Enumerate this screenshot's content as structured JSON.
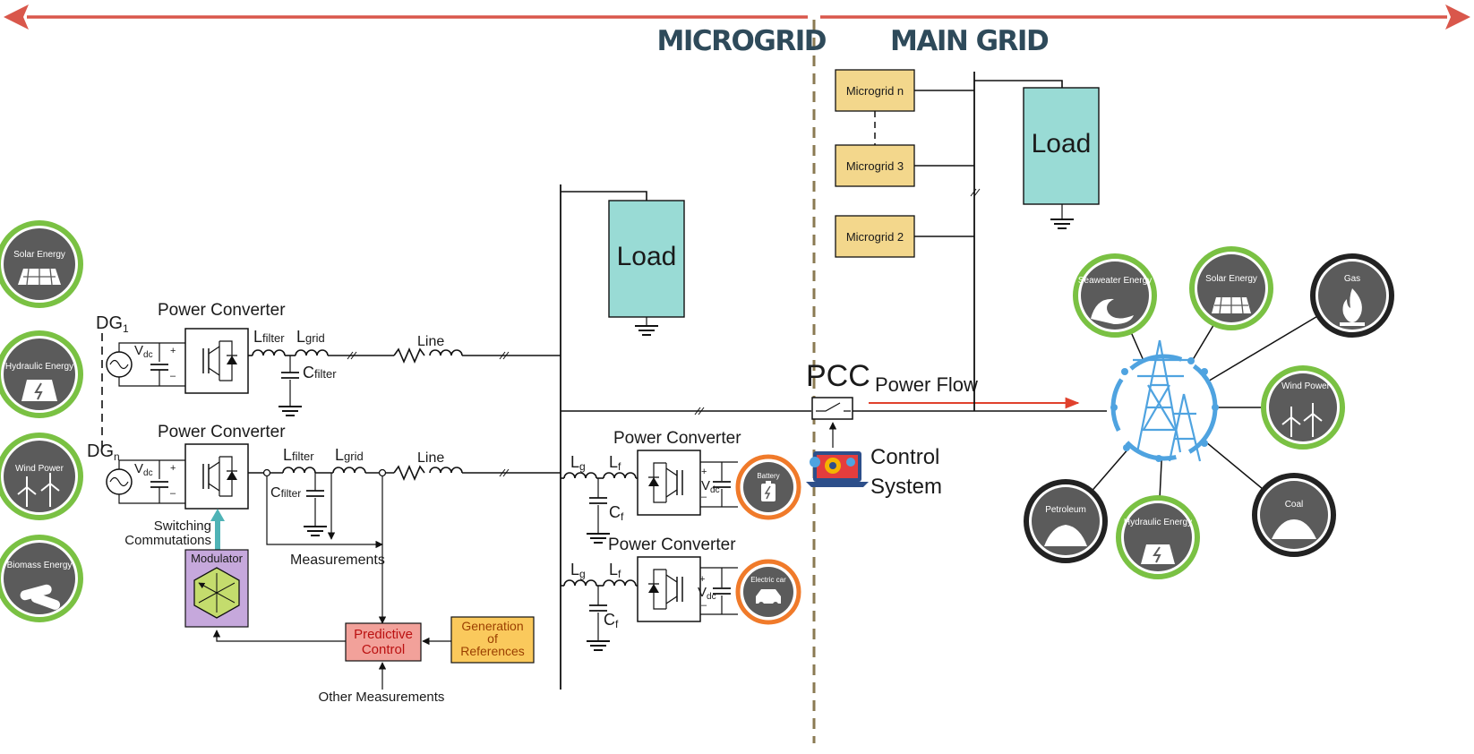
{
  "headers": {
    "microgrid": "MICROGRID",
    "main_grid": "MAIN GRID"
  },
  "colors": {
    "top_arrow": "#d9574b",
    "load_fill": "#99dbd5",
    "microgrid_box_fill": "#f3d78c",
    "predictive_fill": "#f2a19a",
    "references_fill": "#fac95c",
    "modulator_fill": "#c6a8dc",
    "modulator_hexagon": "#c4dc6d",
    "renewable_ring": "#7ac143",
    "storage_ring": "#f07a2a",
    "fossil_ring": "#222222",
    "source_icon_fill": "#5b5b5b",
    "tower_blue": "#4fa3e0",
    "power_flow_arrow": "#e0412d",
    "feedback_arrow": "#4fb3b6"
  },
  "left_sources": [
    {
      "label": "Solar Energy",
      "icon": "solar-panel-icon"
    },
    {
      "label": "Hydraulic Energy",
      "icon": "dam-icon"
    },
    {
      "label": "Wind Power",
      "icon": "wind-turbine-icon"
    },
    {
      "label": "Biomass Energy",
      "icon": "biomass-pellets-icon"
    }
  ],
  "dg1": {
    "name": "DG",
    "subscript": "1",
    "converter_title": "Power Converter",
    "vdc": "V",
    "vdc_sub": "dc",
    "lfilter": "L",
    "lfilter_sub": "filter",
    "lgrid": "L",
    "lgrid_sub": "grid",
    "cfilter": "C",
    "cfilter_sub": "filter",
    "line": "Line"
  },
  "dgn": {
    "name": "DG",
    "subscript": "n",
    "converter_title": "Power Converter",
    "vdc": "V",
    "vdc_sub": "dc",
    "lfilter": "L",
    "lfilter_sub": "filter",
    "lgrid": "L",
    "lgrid_sub": "grid",
    "cfilter": "C",
    "cfilter_sub": "filter",
    "line": "Line"
  },
  "control": {
    "switching_line1": "Switching",
    "switching_line2": "Commutations",
    "modulator": "Modulator",
    "measurements": "Measurements",
    "predictive_line1": "Predictive",
    "predictive_line2": "Control",
    "references_line1": "Generation",
    "references_line2": "of",
    "references_line3": "References",
    "other_measurements": "Other Measurements"
  },
  "microgrid_load": "Load",
  "storage": [
    {
      "converter_title": "Power Converter",
      "lg": "L",
      "lg_sub": "g",
      "lf": "L",
      "lf_sub": "f",
      "cf": "C",
      "cf_sub": "f",
      "vdc": "V",
      "vdc_sub": "dc",
      "device": "Battery",
      "icon": "battery-icon"
    },
    {
      "converter_title": "Power Converter",
      "lg": "L",
      "lg_sub": "g",
      "lf": "L",
      "lf_sub": "f",
      "cf": "C",
      "cf_sub": "f",
      "vdc": "V",
      "vdc_sub": "dc",
      "device": "Electric car",
      "icon": "electric-car-icon"
    }
  ],
  "pcc": "PCC",
  "power_flow": "Power Flow",
  "control_system_line1": "Control",
  "control_system_line2": "System",
  "main_grid_load": "Load",
  "microgrids": [
    "Microgrid n",
    "Microgrid 3",
    "Microgrid 2"
  ],
  "grid_sources": [
    {
      "label": "Seaweater Energy",
      "icon": "wave-icon",
      "kind": "renewable"
    },
    {
      "label": "Solar Energy",
      "icon": "solar-panel-icon",
      "kind": "renewable"
    },
    {
      "label": "Gas",
      "icon": "gas-flame-icon",
      "kind": "fossil"
    },
    {
      "label": "Wind Power",
      "icon": "wind-turbine-icon",
      "kind": "renewable"
    },
    {
      "label": "Coal",
      "icon": "coal-icon",
      "kind": "fossil"
    },
    {
      "label": "Hydraulic Energy",
      "icon": "dam-icon",
      "kind": "renewable"
    },
    {
      "label": "Petroleum",
      "icon": "oil-drop-icon",
      "kind": "fossil"
    }
  ]
}
